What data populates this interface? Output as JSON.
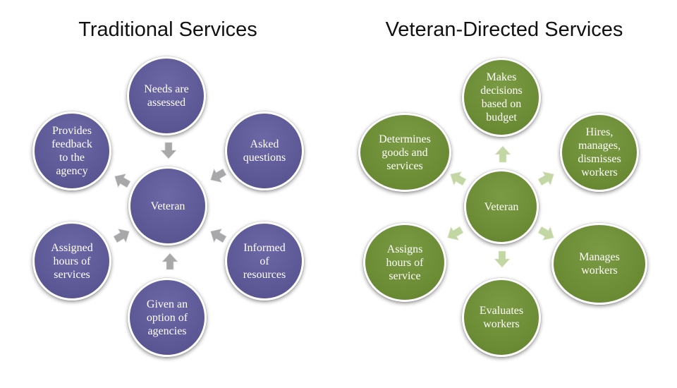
{
  "left_diagram": {
    "title": "Traditional Services",
    "center": "Veteran",
    "nodes": {
      "needs": "Needs are\nassessed",
      "asked": "Asked\nquestions",
      "informed": "Informed\nof\nresources",
      "given": "Given an\noption of\nagencies",
      "assigned": "Assigned\nhours of\nservices",
      "feedback": "Provides\nfeedback\nto the\nagency"
    },
    "color": "#5b5794",
    "arrow_color": "#a8a8ab"
  },
  "right_diagram": {
    "title": "Veteran-Directed Services",
    "center": "Veteran",
    "nodes": {
      "decisions": "Makes\ndecisions\nbased on\nbudget",
      "hires": "Hires,\nmanages,\ndismisses\nworkers",
      "manages": "Manages\nworkers",
      "evaluates": "Evaluates\nworkers",
      "assigns": "Assigns\nhours of\nservice",
      "determines": "Determines\ngoods and\nservices"
    },
    "color": "#6a8a34",
    "arrow_color": "#c3d7a5"
  }
}
